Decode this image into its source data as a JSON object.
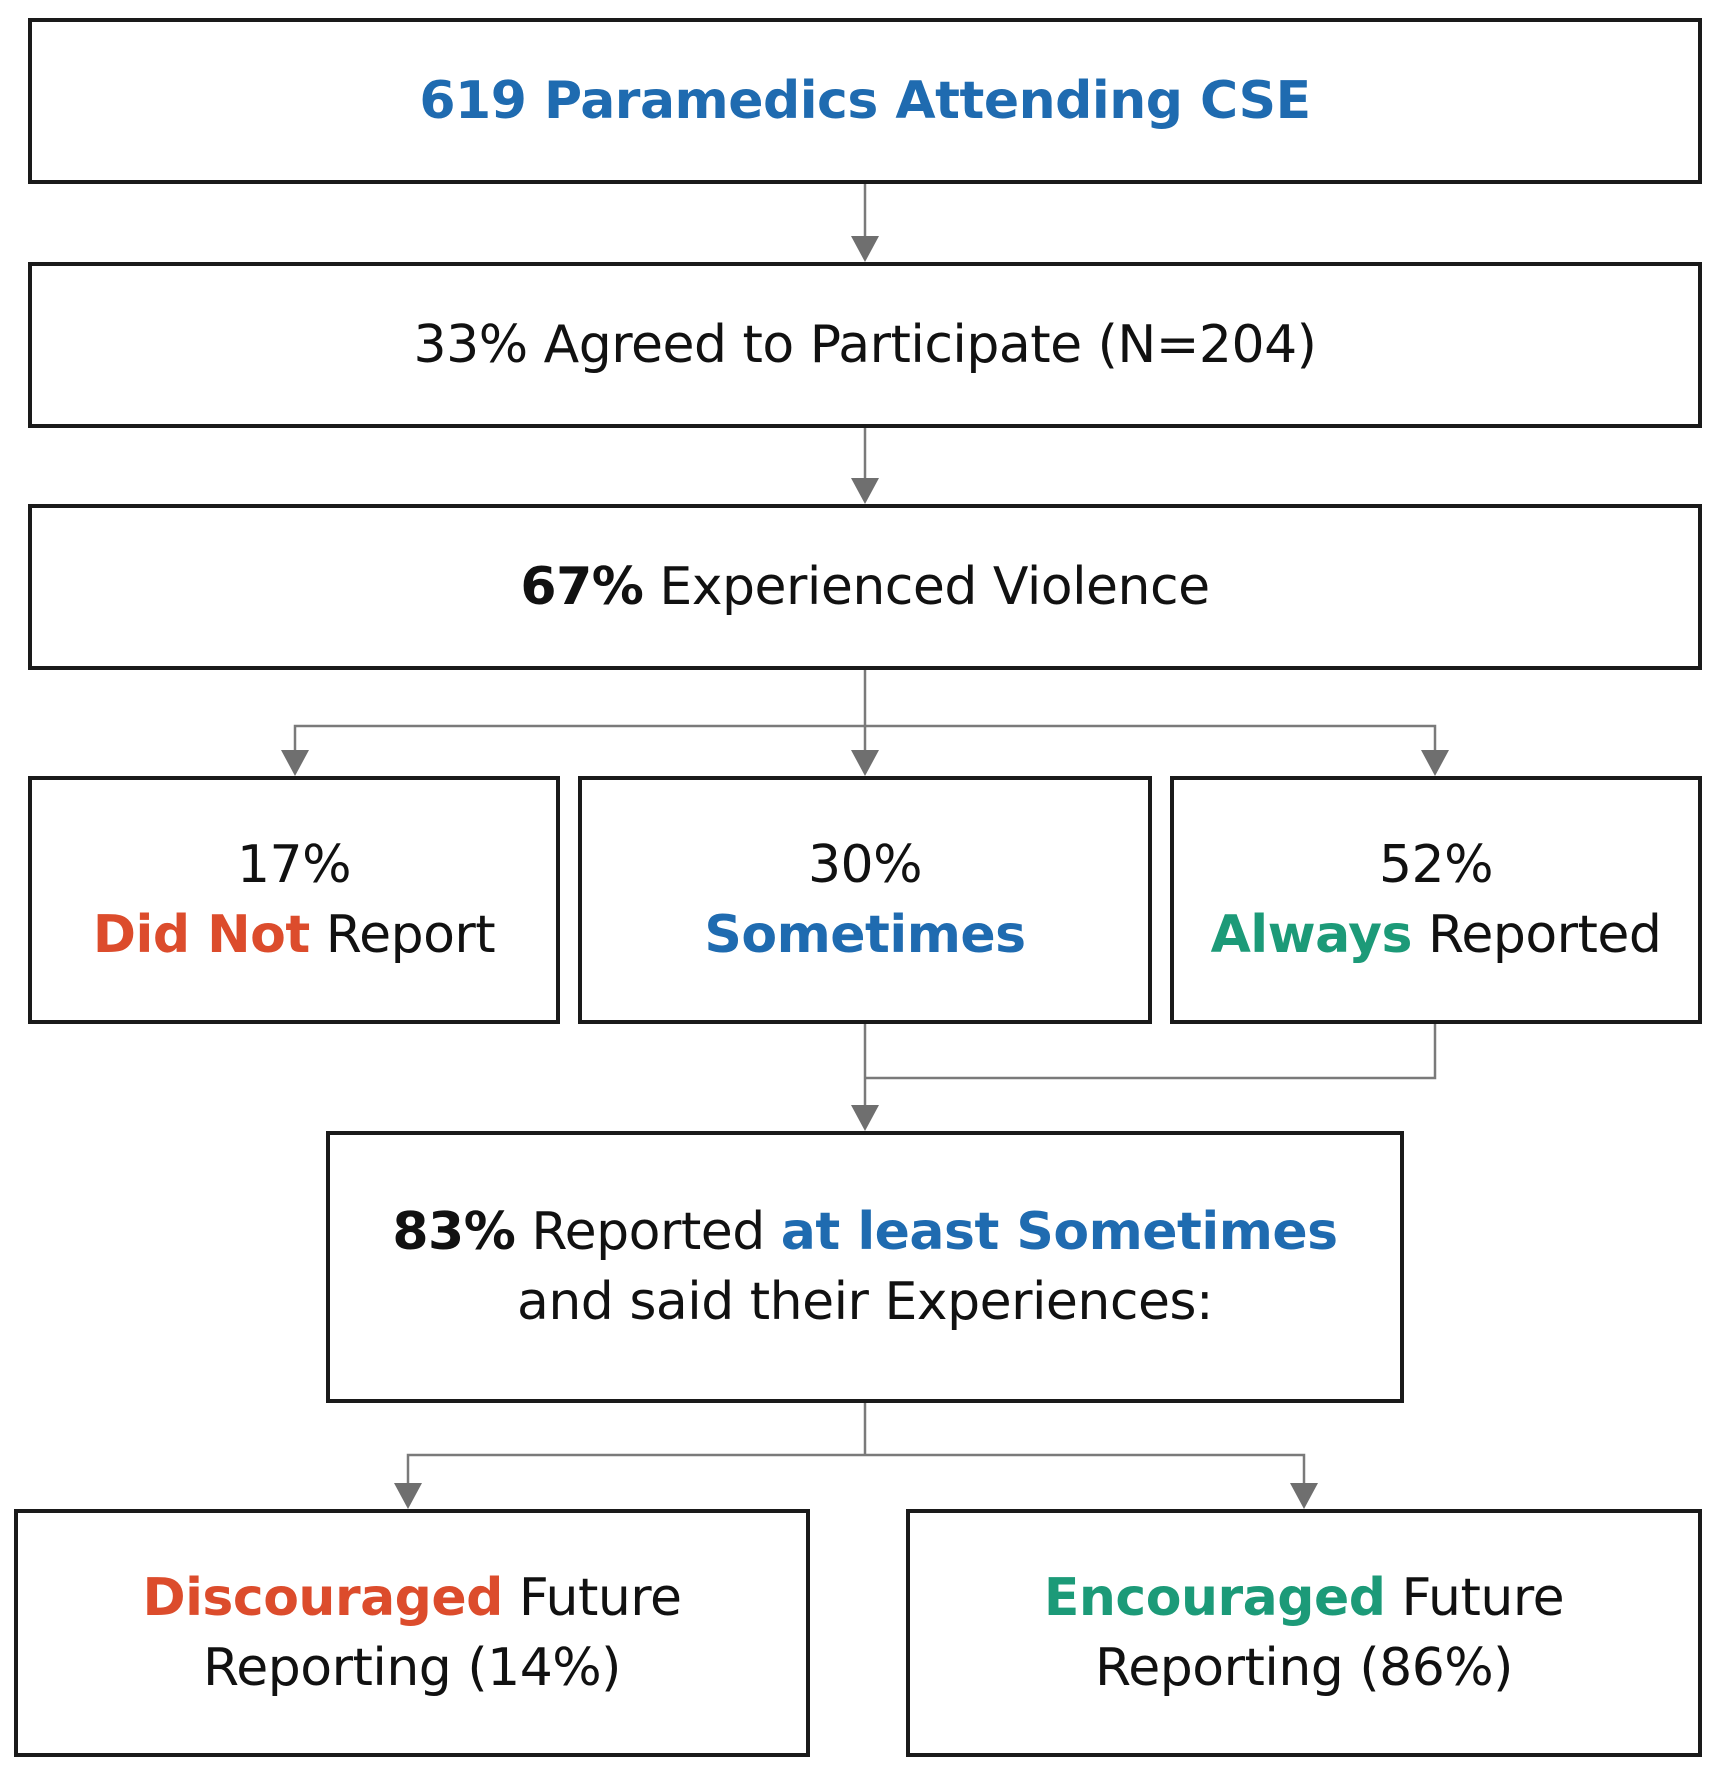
{
  "boxes": {
    "total": {
      "text": "619 Paramedics Attending CSE"
    },
    "participated": {
      "text": "33% Agreed to Participate (N=204)"
    },
    "violence": {
      "pct": "67%",
      "text": " Experienced Violence"
    },
    "did_not": {
      "pct": "17%",
      "highlight": "Did Not",
      "text": " Report"
    },
    "sometimes": {
      "pct": "30%",
      "highlight": "Sometimes"
    },
    "always": {
      "pct": "52%",
      "highlight": "Always",
      "text": " Reported"
    },
    "at_least": {
      "pct": "83%",
      "text1": " Reported ",
      "highlight": "at least Sometimes",
      "text2": "and said their Experiences:"
    },
    "discouraged": {
      "highlight": "Discouraged",
      "text1": " Future",
      "text2": "Reporting (14%)"
    },
    "encouraged": {
      "highlight": "Encouraged",
      "text1": " Future",
      "text2": "Reporting (86%)"
    }
  },
  "colors": {
    "blue": "#1f6bb0",
    "red": "#dc4c2c",
    "green": "#1c9a78",
    "connector": "#7a7a7a"
  }
}
